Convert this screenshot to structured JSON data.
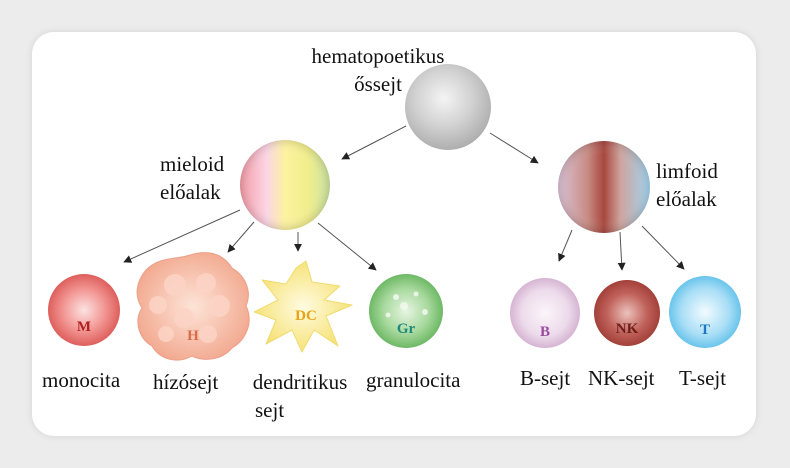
{
  "stem": {
    "line1": "hematopoetikus",
    "line2": "őssejt"
  },
  "myeloid": {
    "line1": "mieloid",
    "line2": "előalak"
  },
  "lymphoid": {
    "line1": "limfoid",
    "line2": "előalak"
  },
  "cells": {
    "monocyte": {
      "abbr": "M",
      "label": "monocita"
    },
    "mast": {
      "abbr": "H",
      "label": "hízósejt"
    },
    "dendritic": {
      "abbr": "DC",
      "line1": "dendritikus",
      "line2": "sejt"
    },
    "granulocyte": {
      "abbr": "Gr",
      "label": "granulocita"
    },
    "bcell": {
      "abbr": "B",
      "label": "B-sejt"
    },
    "nkcell": {
      "abbr": "NK",
      "label": "NK-sejt"
    },
    "tcell": {
      "abbr": "T",
      "label": "T-sejt"
    }
  },
  "colors": {
    "stem": "#c8c8c8",
    "monocyte": "#e0605e",
    "mast": "#f4b49e",
    "dendritic": "#f7e477",
    "granulocyte": "#74c06c",
    "bcell": "#e8cde3",
    "nkcell": "#a8413b",
    "tcell": "#80cdf0"
  }
}
